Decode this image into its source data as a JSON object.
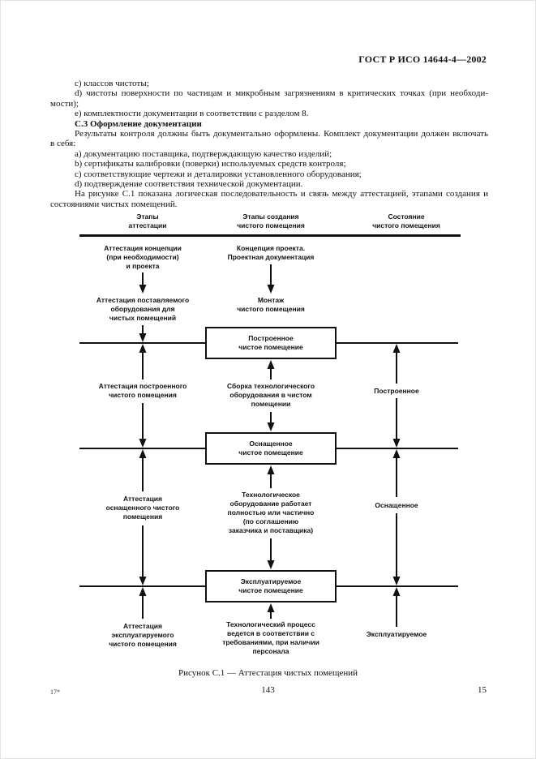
{
  "header": {
    "standard_code": "ГОСТ Р ИСО 14644-4—2002"
  },
  "body": {
    "lines": [
      {
        "text": "c) классов чистоты;"
      },
      {
        "text": "d) чистоты поверхности по частицам и микробным загрязнениям в критических точках (при необходи-"
      },
      {
        "text": "мости);"
      },
      {
        "text": "e) комплектности документации в соответствии с разделом 8."
      },
      {
        "text": "С.3 Оформление документации"
      },
      {
        "text": "Результаты контроля должны быть документально оформлены. Комплект документации должен включать"
      },
      {
        "text": "в себя:"
      },
      {
        "text": "a) документацию поставщика, подтверждающую качество изделий;"
      },
      {
        "text": "b) сертификаты калибровки (поверки) используемых средств контроля;"
      },
      {
        "text": "c) соответствующие чертежи и деталировки установленного оборудования;"
      },
      {
        "text": "d) подтверждение соответствия технической документации."
      },
      {
        "text": "На рисунке С.1 показана логическая последовательность и связь между аттестацией, этапами создания и"
      },
      {
        "text": "состояниями чистых помещений."
      }
    ]
  },
  "figure": {
    "column_headers": {
      "attestation": "Этапы\nаттестации",
      "creation": "Этапы создания\nчистого помещения",
      "state": "Состояние\nчистого помещения"
    },
    "attestation_steps": {
      "concept": "Аттестация концепции\n(при необходимости)\nи проекта",
      "supplied_equipment": "Аттестация поставляемого\nоборудования для\nчистых помещений",
      "built": "Аттестация построенного\nчистого помещения",
      "equipped": "Аттестация\nоснащенного чистого\nпомещения",
      "operational": "Аттестация\nэксплуатируемого\nчистого помещения"
    },
    "creation_steps": {
      "concept": "Концепция проекта.\nПроектная документация",
      "installation": "Монтаж\nчистого помещения",
      "assembly": "Сборка технологического\nоборудования в чистом\nпомещении",
      "equipment_operating": "Технологическое\nоборудование работает\nполностью или частично\n(по соглашению\nзаказчика и поставщика)",
      "process_running": "Технологический процесс\nведется в соответствии с\nтребованиями, при наличии\nперсонала"
    },
    "state_boxes": {
      "built": "Построенное\nчистое помещение",
      "equipped": "Оснащенное\nчистое помещение",
      "operational": "Эксплуатируемое\nчистое помещение"
    },
    "state_labels": {
      "built": "Построенное",
      "equipped": "Оснащенное",
      "operational": "Эксплуатируемое"
    },
    "caption": "Рисунок С.1 — Аттестация чистых помещений"
  },
  "footer": {
    "print_signature": "17*",
    "page_number": "143",
    "standard_page": "15"
  }
}
